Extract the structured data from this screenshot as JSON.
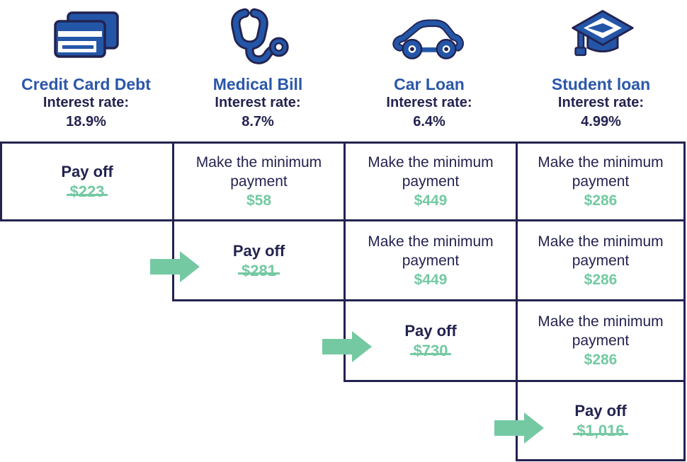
{
  "colors": {
    "navy": "#232350",
    "blue": "#2b57a9",
    "icon_blue": "#2456a8",
    "green": "#74c9a3",
    "background": "#ffffff"
  },
  "header": {
    "columns": [
      {
        "icon": "credit-card-icon",
        "title": "Credit Card Debt",
        "interest_label": "Interest rate:",
        "rate": "18.9%"
      },
      {
        "icon": "stethoscope-icon",
        "title": "Medical Bill",
        "interest_label": "Interest rate:",
        "rate": "8.7%"
      },
      {
        "icon": "car-icon",
        "title": "Car Loan",
        "interest_label": "Interest rate:",
        "rate": "6.4%"
      },
      {
        "icon": "graduation-cap-icon",
        "title": "Student loan",
        "interest_label": "Interest rate:",
        "rate": "4.99%"
      }
    ]
  },
  "labels": {
    "pay_off": "Pay off",
    "minimum_line1": "Make the minimum",
    "minimum_line2": "payment"
  },
  "amounts": {
    "row1": {
      "credit_card": "$223",
      "medical": "$58",
      "car": "$449",
      "student": "$286"
    },
    "row2": {
      "medical": "$281",
      "car": "$449",
      "student": "$286"
    },
    "row3": {
      "car": "$730",
      "student": "$286"
    },
    "row4": {
      "student": "$1,016"
    }
  }
}
